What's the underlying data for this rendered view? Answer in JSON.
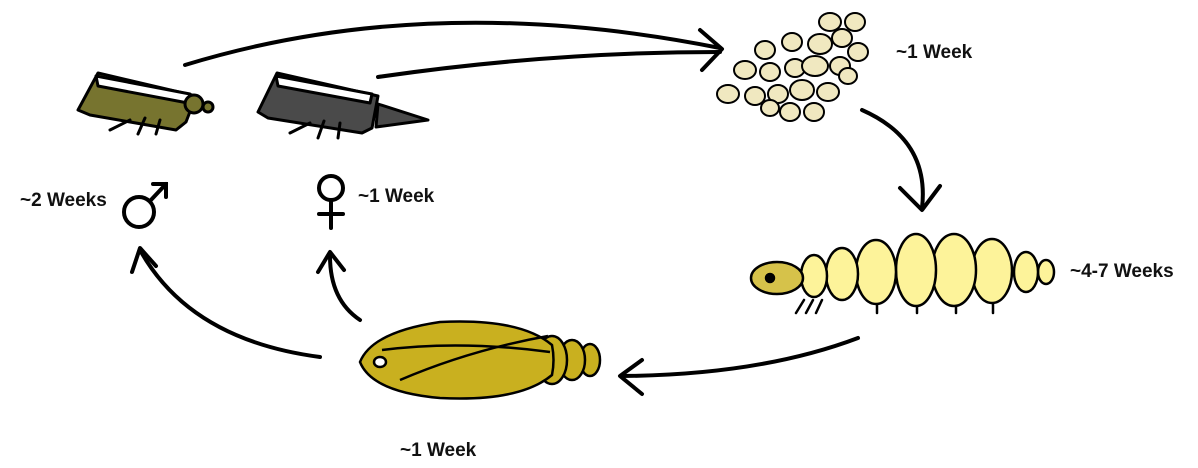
{
  "stages": {
    "male_adult": {
      "duration": "~2 Weeks",
      "symbol": "♂",
      "icon": "male-sawfly"
    },
    "female_adult": {
      "duration": "~1 Week",
      "symbol": "♀",
      "icon": "female-sawfly"
    },
    "eggs": {
      "duration": "~1 Week",
      "icon": "egg-cluster"
    },
    "larva": {
      "duration": "~4-7 Weeks",
      "icon": "larva"
    },
    "pupa": {
      "duration": "~1 Week",
      "icon": "pupa"
    }
  },
  "colors": {
    "male_body": "#77742f",
    "female_body": "#4a4a4a",
    "egg": "#f0e8c0",
    "larva": "#fdf39a",
    "larva_head": "#d6c24a",
    "pupa": "#c9b01f",
    "stroke": "#000000"
  }
}
